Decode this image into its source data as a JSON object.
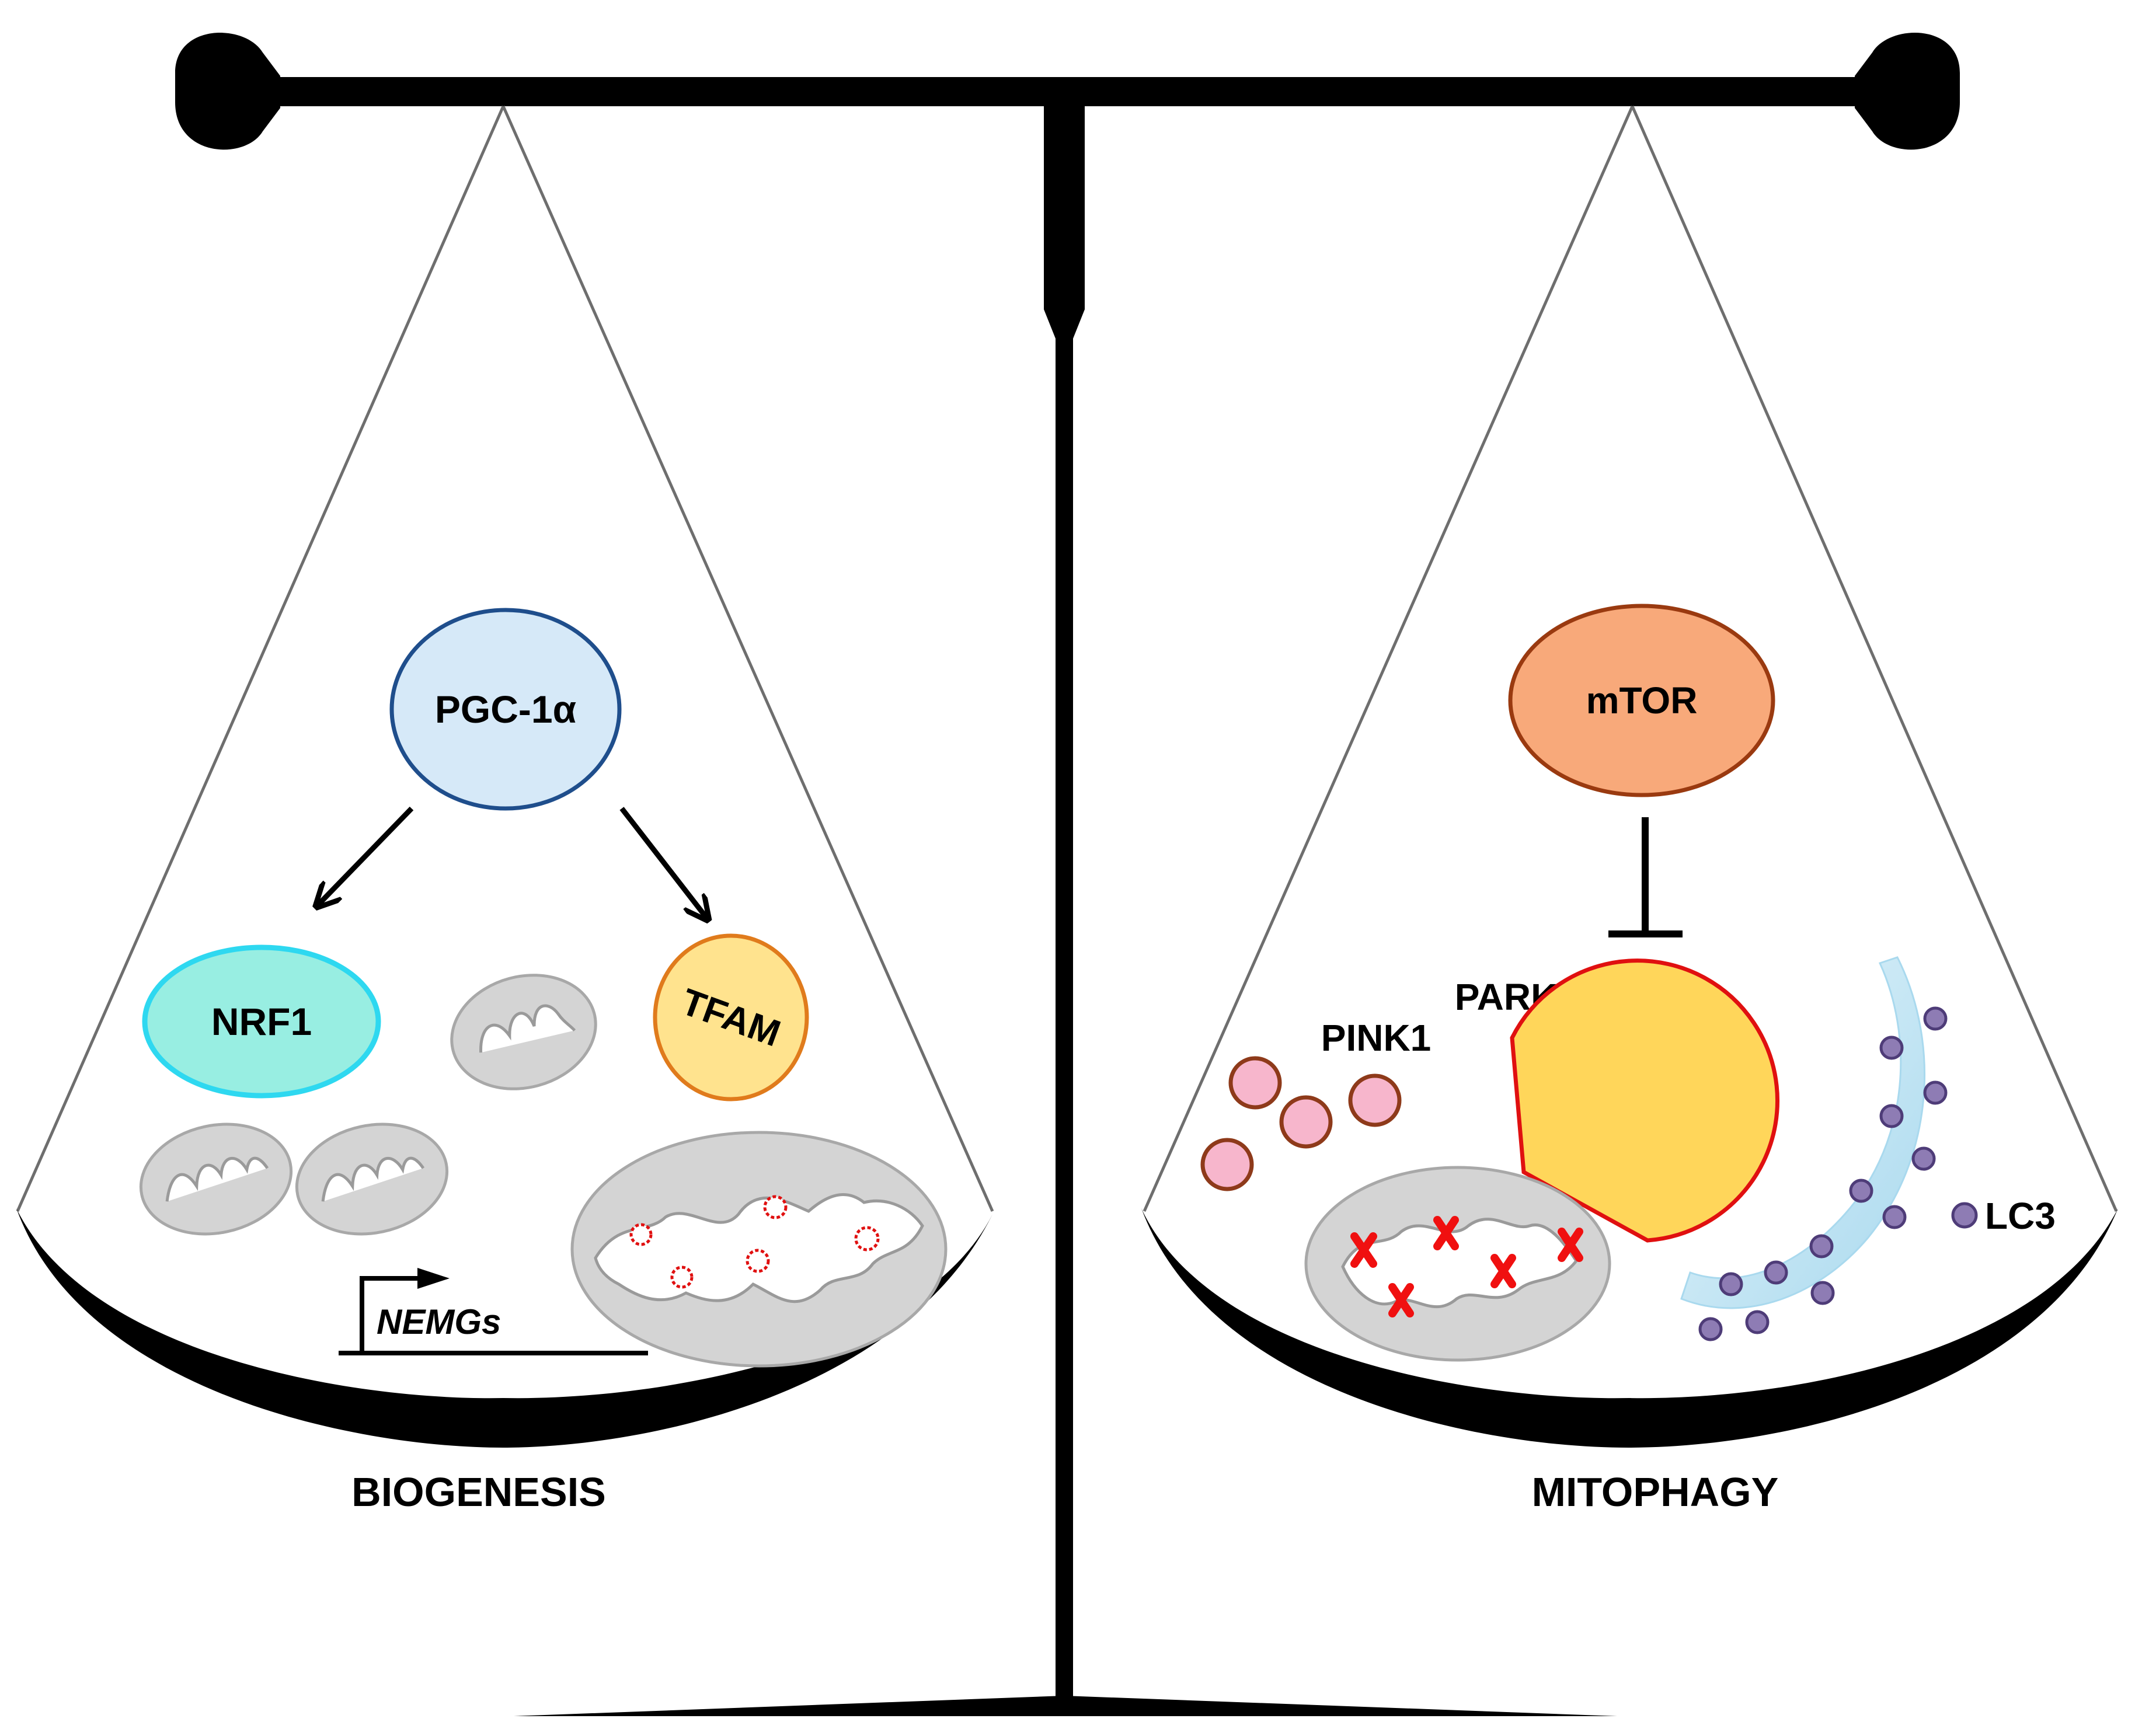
{
  "left_pan": {
    "title": "BIOGENESIS",
    "regulator": "PGC-1α",
    "targets": [
      "NRF1",
      "TFAM"
    ],
    "gene_label": "NEMGs"
  },
  "right_pan": {
    "title": "MITOPHAGY",
    "regulator": "mTOR",
    "labels": {
      "pink1": "PINK1",
      "parkin": "PARKIN",
      "lc3": "LC3"
    }
  },
  "colors": {
    "pgc_fill": "#D6E9F8",
    "pgc_stroke": "#1F4E8C",
    "nrf1_fill": "#98EEE2",
    "nrf1_stroke": "#2ED8F0",
    "tfam_fill": "#FFE38E",
    "tfam_stroke": "#E07B1C",
    "mtor_fill": "#F8A97A",
    "mtor_stroke": "#9A3A10",
    "pink1_fill": "#F7B6CC",
    "pink1_stroke": "#8E3A1A",
    "parkin_fill": "#FFD65A",
    "parkin_stroke": "#E01010",
    "lc3_fill": "#8E7CB4",
    "lc3_stroke": "#4E3C78",
    "phagophore": "#CFEAF6",
    "mito_fill": "#D4D4D4",
    "mito_stroke": "#A8A8A8",
    "damage_mark": "#F01010"
  }
}
